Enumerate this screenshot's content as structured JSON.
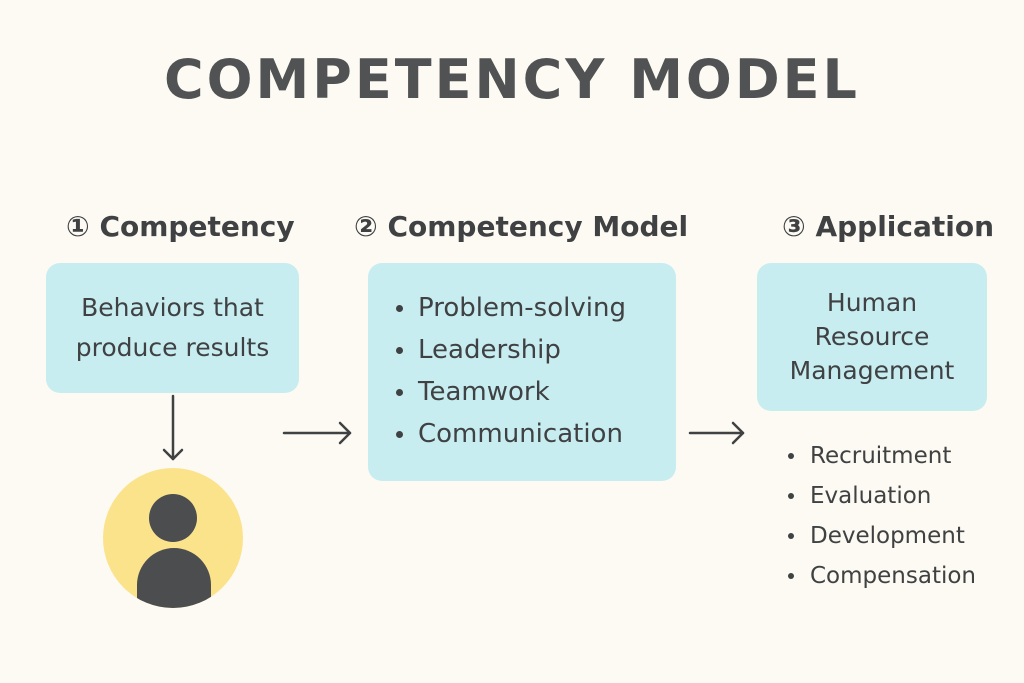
{
  "title": "COMPETENCY MODEL",
  "steps": [
    {
      "heading": "① Competency",
      "box_lines": [
        "Behaviors that",
        "produce results"
      ]
    },
    {
      "heading": "② Competency Model",
      "items": [
        "Problem-solving",
        "Leadership",
        "Teamwork",
        "Communication"
      ]
    },
    {
      "heading": "③ Application",
      "box_lines": [
        "Human",
        "Resource",
        "Management"
      ],
      "items": [
        "Recruitment",
        "Evaluation",
        "Development",
        "Compensation"
      ]
    }
  ],
  "icons": {
    "person": "person-icon",
    "arrow_down": "arrow-down-icon",
    "arrow_right": "arrow-right-icon"
  },
  "colors": {
    "background": "#fcfaf3",
    "box": "#c8edf1",
    "avatar": "#fbe38c",
    "text": "#3f4142"
  }
}
